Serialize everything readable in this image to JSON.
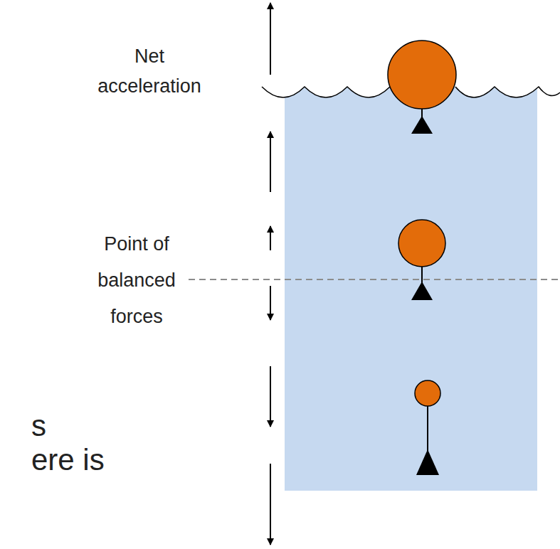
{
  "diagram": {
    "labels": [
      "Net acceleration",
      "Point of balanced forces",
      "s",
      "ere is"
    ]
  }
}
